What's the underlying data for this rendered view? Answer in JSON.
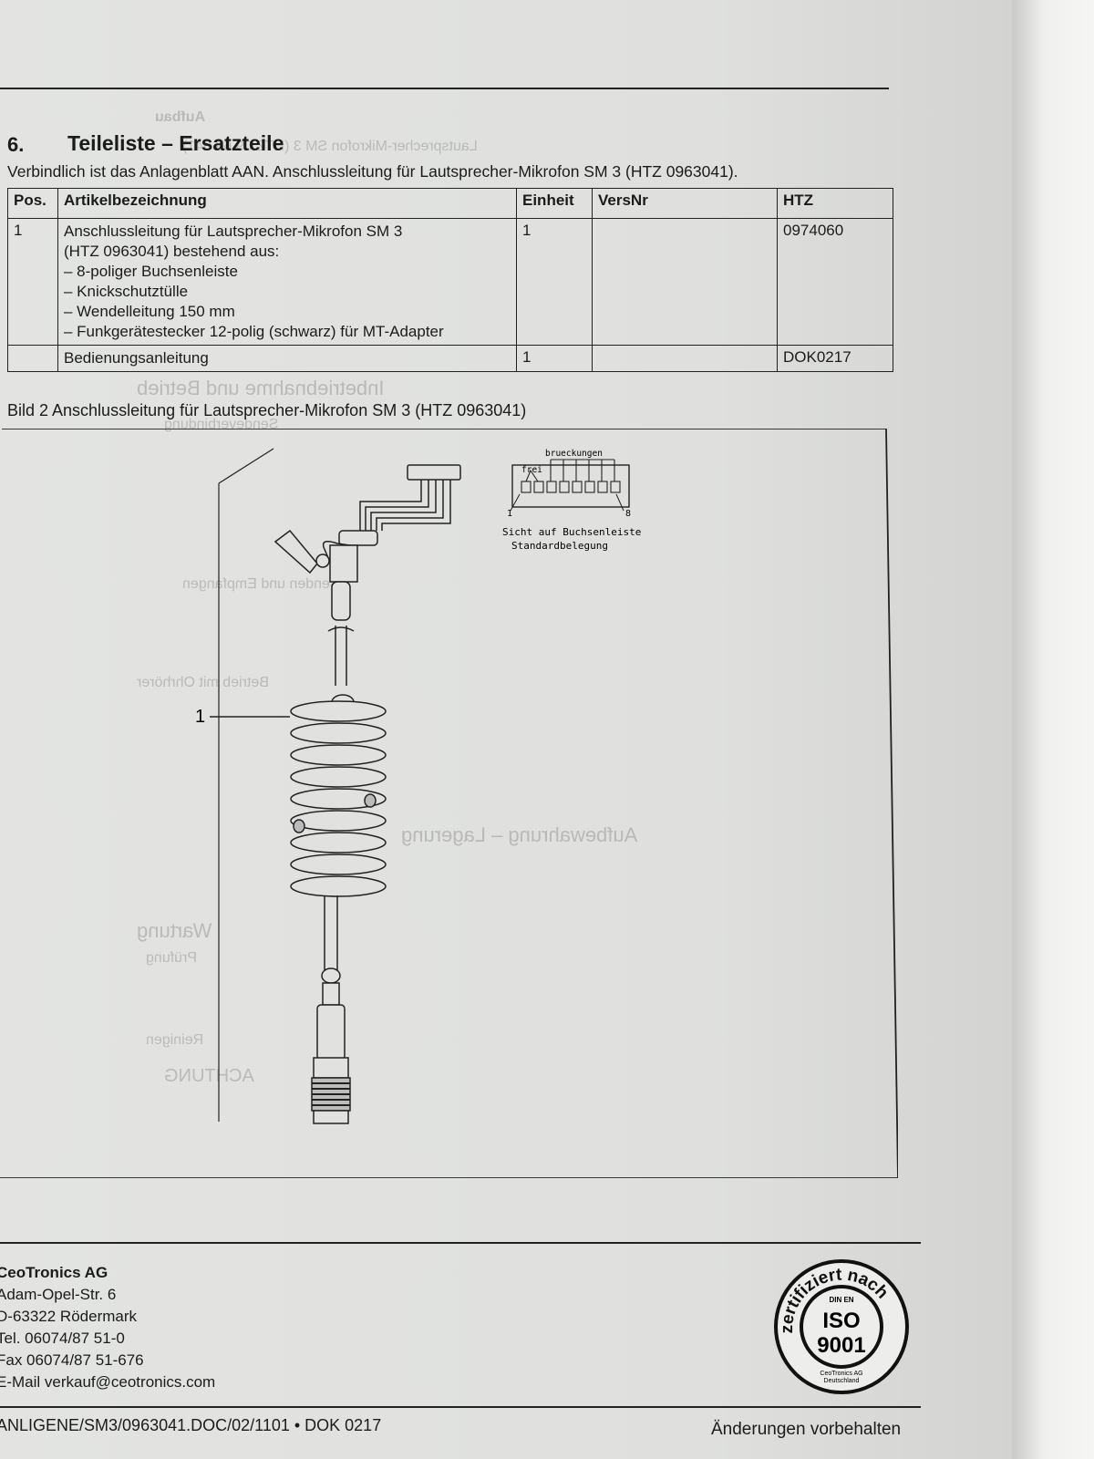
{
  "section": {
    "number": "6.",
    "title": "Teileliste – Ersatzteile",
    "intro": "Verbindlich ist das Anlagenblatt AAN. Anschlussleitung für Lautsprecher-Mikrofon SM 3 (HTZ 0963041)."
  },
  "table": {
    "headers": [
      "Pos.",
      "Artikelbezeichnung",
      "Einheit",
      "VersNr",
      "HTZ"
    ],
    "rows": [
      {
        "pos": "1",
        "desc_lines": [
          "Anschlussleitung für Lautsprecher-Mikrofon SM 3",
          "(HTZ 0963041) bestehend aus:",
          "–  8-poliger Buchsenleiste",
          "–  Knickschutztülle",
          "–  Wendelleitung 150 mm",
          "–  Funkgerätestecker 12-polig (schwarz) für MT-Adapter"
        ],
        "unit": "1",
        "versnr": "",
        "htz": "0974060"
      },
      {
        "pos": "",
        "desc_lines": [
          "Bedienungsanleitung"
        ],
        "unit": "1",
        "versnr": "",
        "htz": "DOK0217"
      }
    ]
  },
  "figure": {
    "caption": "Bild 2  Anschlussleitung für Lautsprecher-Mikrofon SM 3 (HTZ 0963041)",
    "callout": "1",
    "label_bridges": "brueckungen",
    "label_free": "frei",
    "pin_first": "1",
    "pin_last": "8",
    "view_line1": "Sicht auf Buchsenleiste",
    "view_line2": "Standardbelegung"
  },
  "footer": {
    "company": "CeoTronics AG",
    "street": "Adam-Opel-Str. 6",
    "city": "D-63322 Rödermark",
    "tel": "Tel. 06074/87 51-0",
    "fax": "Fax 06074/87 51-676",
    "email": "E-Mail  verkauf@ceotronics.com",
    "docref": "ANLIGENE/SM3/0963041.DOC/02/1101 • DOK 0217",
    "changes": "Änderungen vorbehalten"
  },
  "iso_seal": {
    "arc_text": "zertifiziert nach",
    "din_en": "DIN EN",
    "iso": "ISO",
    "number": "9001",
    "issuer_line1": "CeoTronics AG",
    "issuer_line2": "Deutschland"
  },
  "show_through": [
    "Aufbau",
    "Lautsprecher-Mikrofon SM 3 (HTZ 09 63 041)",
    "Inbetriebnahme und Betrieb",
    "Sendeverbindung",
    "Senden und Empfangen",
    "Betrieb mit Ohrhörer",
    "Aufbewahrung – Lagerung",
    "Wartung",
    "Prüfung",
    "Reinigen",
    "ACHTUNG"
  ],
  "colors": {
    "paper": "#e1e2e0",
    "ink": "#1b1b1b",
    "show_through": "#9a9b99"
  }
}
